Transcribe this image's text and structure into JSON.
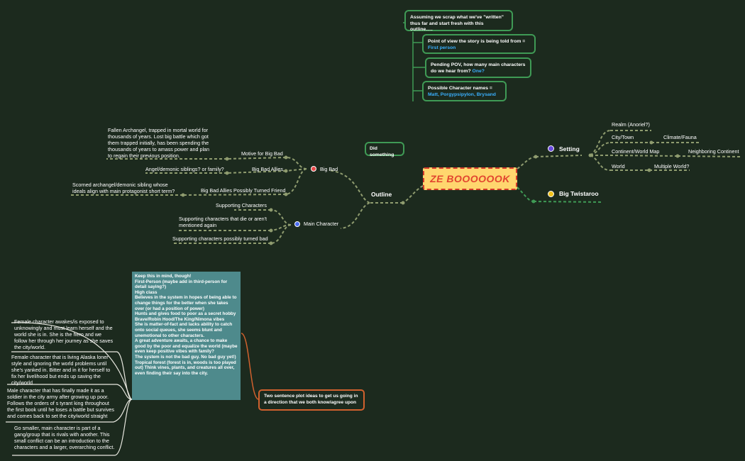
{
  "central_topic": "ZE BOOOOOOK",
  "notes": {
    "intro": "Assuming we scrap what we've \"written\" thus far and start fresh with this outline.....",
    "pov_label": "Point of view the story is being told from = ",
    "pov_value": "First person",
    "pending_label": "Pending POV, how many main characters do we hear from? ",
    "pending_value": "One?",
    "names_label": "Possible Character names = ",
    "names_value": "Matt, Porgypsipylon, Brysand"
  },
  "did_something": "Did something",
  "outline": {
    "label": "Outline",
    "big_bad": {
      "label": "Big Bad",
      "items": [
        "Motive for Big Bad",
        "Big Bad Allies",
        "Big Bad Allies Possibly Turned Friend"
      ],
      "motive_note": "Fallen Archangel, trapped in mortal world for thousands of years. Lost big battle which got them trapped initially, has been spending the thousands of years to amass power and plan to regain their previous position.",
      "allies_note": "Angel/demonic siblings? or family?",
      "friend_note": "Scorned archangel/demonic sibling whose ideals align with main protagonist short term?"
    },
    "main_character": {
      "label": "Main Character",
      "items": [
        "Supporting Characters",
        "Supporting characters that die or aren't mentioned again",
        "Supporting characters possibly turned bad"
      ]
    }
  },
  "setting": {
    "label": "Setting",
    "realm": "Realm (Anoriel?)",
    "city": "City/Town",
    "climate": "Climate/Fauna",
    "continent": "Continent/World Map",
    "neighboring": "Neighboring Continent",
    "world": "World",
    "multiple": "Multiple World?"
  },
  "twist": {
    "label": "Big Twistaroo"
  },
  "plot_ideas": {
    "label": "Two sentence plot ideas to get us going in a direction that we both know/agree upon",
    "notes_text": "Keep this in mind, though!\nFirst-Person (maybe add in third-person for detail saying?)\nHigh class\nBelieves in the system in hopes of being able to change things for the better when she takes over (or had a position of power)\nHunts and gives food to poor as a secret hobby\nBrave/Robin Hood/The King/Nimona vibes\nShe is matter-of-fact and lacks ability to catch onto social queues, she seems blunt and unemotional to other characters.\nA great adventure awaits, a chance to make good by the poor and equalize the world (maybe even keep positive vibes with family?\nThe system is not the bad guy. No bad guy yet!)\nTropical forest (forest is in, woods is too played out) Think vines, plants, and creatures all over, even finding their say into the city.",
    "ideas": [
      "Female character awakes/is exposed to unknowingly and must learn herself and the world she is in. She is the hero and we follow her through her journey as she saves the city/world.",
      "Female character that is living Alaska loner style and ignoring the world problems until she's yanked in. Bitter and in it for herself to fix her livelihood but ends up saving the city/world",
      "Male character that has finally made it as a soldier in the city army after growing up poor. Follows the orders of s tyrant king throughout the first book until he loses a battle but survives and comes back to set the city/world straight",
      "Go smaller, main character is part of a gang/group that is rivals with another. This small conflict can be an introduction to the characters and a larger, overarching conflict."
    ]
  },
  "colors": {
    "background": "#1c2a1e",
    "branch": "#8f9c6f",
    "box_border": "#3f9a55",
    "central_fill": "#ffd66e",
    "central_text": "#e2452f",
    "teal_note": "#4e8a8c",
    "orange_border": "#d0612e",
    "link_blue": "#3ab0ff"
  }
}
